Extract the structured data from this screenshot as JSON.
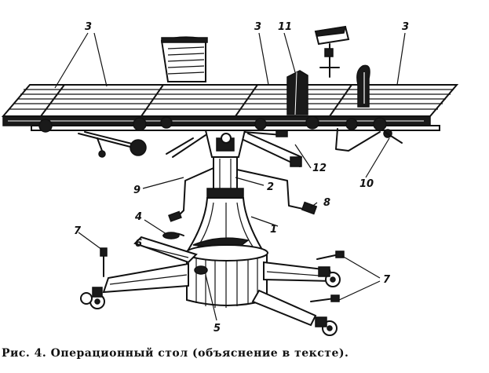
{
  "caption": "Рис. 4. Операционный стол (объяснение в тексте).",
  "callouts": {
    "c1": "1",
    "c2": "2",
    "c3a": "3",
    "c3b": "3",
    "c3c": "3",
    "c4": "4",
    "c5": "5",
    "c6": "6",
    "c7a": "7",
    "c7b": "7",
    "c8": "8",
    "c9": "9",
    "c10": "10",
    "c11": "11",
    "c12": "12"
  }
}
